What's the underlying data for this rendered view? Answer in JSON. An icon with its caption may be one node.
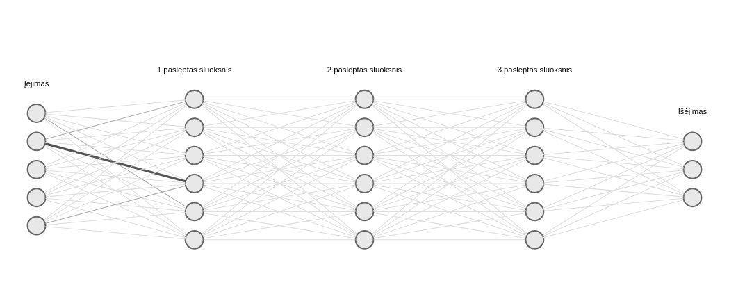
{
  "diagram": {
    "nodes": [
      {
        "text": [],
        "shape": "circle"
      },
      {
        "text": [],
        "shape": "circle"
      },
      {
        "text": [],
        "shape": "circle"
      },
      {
        "text": [],
        "shape": "circle"
      },
      {
        "text": [],
        "shape": "circle"
      },
      {
        "text": [],
        "shape": "circle"
      },
      {
        "text": [],
        "shape": "circle"
      },
      {
        "text": [],
        "shape": "circle"
      },
      {
        "text": [],
        "shape": "circle"
      },
      {
        "text": [],
        "shape": "circle"
      },
      {
        "text": [],
        "shape": "circle"
      },
      {
        "text": [],
        "shape": "circle"
      },
      {
        "text": [],
        "shape": "circle"
      },
      {
        "text": [],
        "shape": "circle"
      },
      {
        "text": [],
        "shape": "circle"
      },
      {
        "text": [],
        "shape": "circle"
      },
      {
        "text": [],
        "shape": "circle"
      },
      {
        "text": [],
        "shape": "circle"
      },
      {
        "text": [],
        "shape": "circle"
      },
      {
        "text": [],
        "shape": "circle"
      },
      {
        "text": [],
        "shape": "circle"
      },
      {
        "text": [],
        "shape": "circle"
      },
      {
        "text": [],
        "shape": "circle"
      },
      {
        "text": [],
        "shape": "circle"
      },
      {
        "text": [],
        "shape": "circle"
      },
      {
        "text": [],
        "shape": "circle"
      }
    ],
    "edges": [
      {
        "from": 0,
        "to": 5,
        "arrow": "none"
      },
      {
        "from": 0,
        "to": 6,
        "arrow": "none"
      },
      {
        "from": 0,
        "to": 7,
        "arrow": "none"
      },
      {
        "from": 0,
        "to": 8,
        "arrow": "none"
      },
      {
        "from": 0,
        "to": 9,
        "arrow": "none",
        "color": "#aaaaaa"
      },
      {
        "from": 0,
        "to": 10,
        "arrow": "none"
      },
      {
        "from": 1,
        "to": 5,
        "arrow": "none",
        "color": "#aaaaaa"
      },
      {
        "from": 1,
        "to": 6,
        "arrow": "none"
      },
      {
        "from": 1,
        "to": 7,
        "arrow": "none"
      },
      {
        "from": 1,
        "to": 8,
        "arrow": "none",
        "color": "#555555",
        "style": "thick"
      },
      {
        "from": 1,
        "to": 9,
        "arrow": "none"
      },
      {
        "from": 1,
        "to": 10,
        "arrow": "none"
      },
      {
        "from": 2,
        "to": 5,
        "arrow": "none"
      },
      {
        "from": 2,
        "to": 6,
        "arrow": "none"
      },
      {
        "from": 2,
        "to": 7,
        "arrow": "none"
      },
      {
        "from": 2,
        "to": 8,
        "arrow": "none"
      },
      {
        "from": 2,
        "to": 9,
        "arrow": "none"
      },
      {
        "from": 2,
        "to": 10,
        "arrow": "none"
      },
      {
        "from": 3,
        "to": 5,
        "arrow": "none"
      },
      {
        "from": 3,
        "to": 6,
        "arrow": "none"
      },
      {
        "from": 3,
        "to": 7,
        "arrow": "none"
      },
      {
        "from": 3,
        "to": 8,
        "arrow": "none"
      },
      {
        "from": 3,
        "to": 9,
        "arrow": "none"
      },
      {
        "from": 3,
        "to": 10,
        "arrow": "none"
      },
      {
        "from": 4,
        "to": 5,
        "arrow": "none"
      },
      {
        "from": 4,
        "to": 6,
        "arrow": "none"
      },
      {
        "from": 4,
        "to": 7,
        "arrow": "none"
      },
      {
        "from": 4,
        "to": 8,
        "arrow": "none",
        "color": "#aaaaaa"
      },
      {
        "from": 4,
        "to": 9,
        "arrow": "none"
      },
      {
        "from": 4,
        "to": 10,
        "arrow": "none"
      },
      {
        "from": 5,
        "to": 11,
        "arrow": "none"
      },
      {
        "from": 5,
        "to": 12,
        "arrow": "none"
      },
      {
        "from": 5,
        "to": 13,
        "arrow": "none"
      },
      {
        "from": 5,
        "to": 14,
        "arrow": "none"
      },
      {
        "from": 5,
        "to": 15,
        "arrow": "none"
      },
      {
        "from": 5,
        "to": 16,
        "arrow": "none"
      },
      {
        "from": 6,
        "to": 11,
        "arrow": "none"
      },
      {
        "from": 6,
        "to": 12,
        "arrow": "none"
      },
      {
        "from": 6,
        "to": 13,
        "arrow": "none"
      },
      {
        "from": 6,
        "to": 14,
        "arrow": "none"
      },
      {
        "from": 6,
        "to": 15,
        "arrow": "none"
      },
      {
        "from": 6,
        "to": 16,
        "arrow": "none"
      },
      {
        "from": 7,
        "to": 11,
        "arrow": "none"
      },
      {
        "from": 7,
        "to": 12,
        "arrow": "none"
      },
      {
        "from": 7,
        "to": 13,
        "arrow": "none"
      },
      {
        "from": 7,
        "to": 14,
        "arrow": "none"
      },
      {
        "from": 7,
        "to": 15,
        "arrow": "none"
      },
      {
        "from": 7,
        "to": 16,
        "arrow": "none"
      },
      {
        "from": 8,
        "to": 11,
        "arrow": "none"
      },
      {
        "from": 8,
        "to": 12,
        "arrow": "none"
      },
      {
        "from": 8,
        "to": 13,
        "arrow": "none"
      },
      {
        "from": 8,
        "to": 14,
        "arrow": "none"
      },
      {
        "from": 8,
        "to": 15,
        "arrow": "none"
      },
      {
        "from": 8,
        "to": 16,
        "arrow": "none"
      },
      {
        "from": 9,
        "to": 11,
        "arrow": "none"
      },
      {
        "from": 9,
        "to": 12,
        "arrow": "none"
      },
      {
        "from": 9,
        "to": 13,
        "arrow": "none"
      },
      {
        "from": 9,
        "to": 14,
        "arrow": "none"
      },
      {
        "from": 9,
        "to": 15,
        "arrow": "none"
      },
      {
        "from": 9,
        "to": 16,
        "arrow": "none"
      },
      {
        "from": 10,
        "to": 11,
        "arrow": "none"
      },
      {
        "from": 10,
        "to": 12,
        "arrow": "none"
      },
      {
        "from": 10,
        "to": 13,
        "arrow": "none"
      },
      {
        "from": 10,
        "to": 14,
        "arrow": "none"
      },
      {
        "from": 10,
        "to": 15,
        "arrow": "none"
      },
      {
        "from": 10,
        "to": 16,
        "arrow": "none"
      },
      {
        "from": 11,
        "to": 17,
        "arrow": "none"
      },
      {
        "from": 11,
        "to": 18,
        "arrow": "none"
      },
      {
        "from": 11,
        "to": 19,
        "arrow": "none"
      },
      {
        "from": 11,
        "to": 20,
        "arrow": "none"
      },
      {
        "from": 11,
        "to": 21,
        "arrow": "none"
      },
      {
        "from": 11,
        "to": 22,
        "arrow": "none"
      },
      {
        "from": 12,
        "to": 17,
        "arrow": "none"
      },
      {
        "from": 12,
        "to": 18,
        "arrow": "none"
      },
      {
        "from": 12,
        "to": 19,
        "arrow": "none"
      },
      {
        "from": 12,
        "to": 20,
        "arrow": "none"
      },
      {
        "from": 12,
        "to": 21,
        "arrow": "none"
      },
      {
        "from": 12,
        "to": 22,
        "arrow": "none"
      },
      {
        "from": 13,
        "to": 17,
        "arrow": "none"
      },
      {
        "from": 13,
        "to": 18,
        "arrow": "none"
      },
      {
        "from": 13,
        "to": 19,
        "arrow": "none"
      },
      {
        "from": 13,
        "to": 20,
        "arrow": "none"
      },
      {
        "from": 13,
        "to": 21,
        "arrow": "none"
      },
      {
        "from": 13,
        "to": 22,
        "arrow": "none"
      },
      {
        "from": 14,
        "to": 17,
        "arrow": "none"
      },
      {
        "from": 14,
        "to": 18,
        "arrow": "none"
      },
      {
        "from": 14,
        "to": 19,
        "arrow": "none"
      },
      {
        "from": 14,
        "to": 20,
        "arrow": "none"
      },
      {
        "from": 14,
        "to": 21,
        "arrow": "none"
      },
      {
        "from": 14,
        "to": 22,
        "arrow": "none"
      },
      {
        "from": 15,
        "to": 17,
        "arrow": "none"
      },
      {
        "from": 15,
        "to": 18,
        "arrow": "none"
      },
      {
        "from": 15,
        "to": 19,
        "arrow": "none"
      },
      {
        "from": 15,
        "to": 20,
        "arrow": "none"
      },
      {
        "from": 15,
        "to": 21,
        "arrow": "none"
      },
      {
        "from": 15,
        "to": 22,
        "arrow": "none"
      },
      {
        "from": 16,
        "to": 17,
        "arrow": "none"
      },
      {
        "from": 16,
        "to": 18,
        "arrow": "none"
      },
      {
        "from": 16,
        "to": 19,
        "arrow": "none"
      },
      {
        "from": 16,
        "to": 20,
        "arrow": "none"
      },
      {
        "from": 16,
        "to": 21,
        "arrow": "none"
      },
      {
        "from": 16,
        "to": 22,
        "arrow": "none"
      },
      {
        "from": 17,
        "to": 23,
        "arrow": "none"
      },
      {
        "from": 17,
        "to": 24,
        "arrow": "none"
      },
      {
        "from": 17,
        "to": 25,
        "arrow": "none"
      },
      {
        "from": 18,
        "to": 23,
        "arrow": "none"
      },
      {
        "from": 18,
        "to": 24,
        "arrow": "none"
      },
      {
        "from": 18,
        "to": 25,
        "arrow": "none"
      },
      {
        "from": 19,
        "to": 23,
        "arrow": "none"
      },
      {
        "from": 19,
        "to": 24,
        "arrow": "none"
      },
      {
        "from": 19,
        "to": 25,
        "arrow": "none"
      },
      {
        "from": 20,
        "to": 23,
        "arrow": "none"
      },
      {
        "from": 20,
        "to": 24,
        "arrow": "none"
      },
      {
        "from": 20,
        "to": 25,
        "arrow": "none"
      },
      {
        "from": 21,
        "to": 23,
        "arrow": "none"
      },
      {
        "from": 21,
        "to": 24,
        "arrow": "none"
      },
      {
        "from": 21,
        "to": 25,
        "arrow": "none"
      },
      {
        "from": 22,
        "to": 23,
        "arrow": "none"
      },
      {
        "from": 22,
        "to": 24,
        "arrow": "none"
      },
      {
        "from": 22,
        "to": 25,
        "arrow": "none"
      }
    ],
    "labels": [
      "Įėjimas",
      "1 paslėptas sluoksnis",
      "2 paslėptas sluoksnis",
      "3 paslėptas sluoksnis",
      "Išėjimas"
    ]
  }
}
